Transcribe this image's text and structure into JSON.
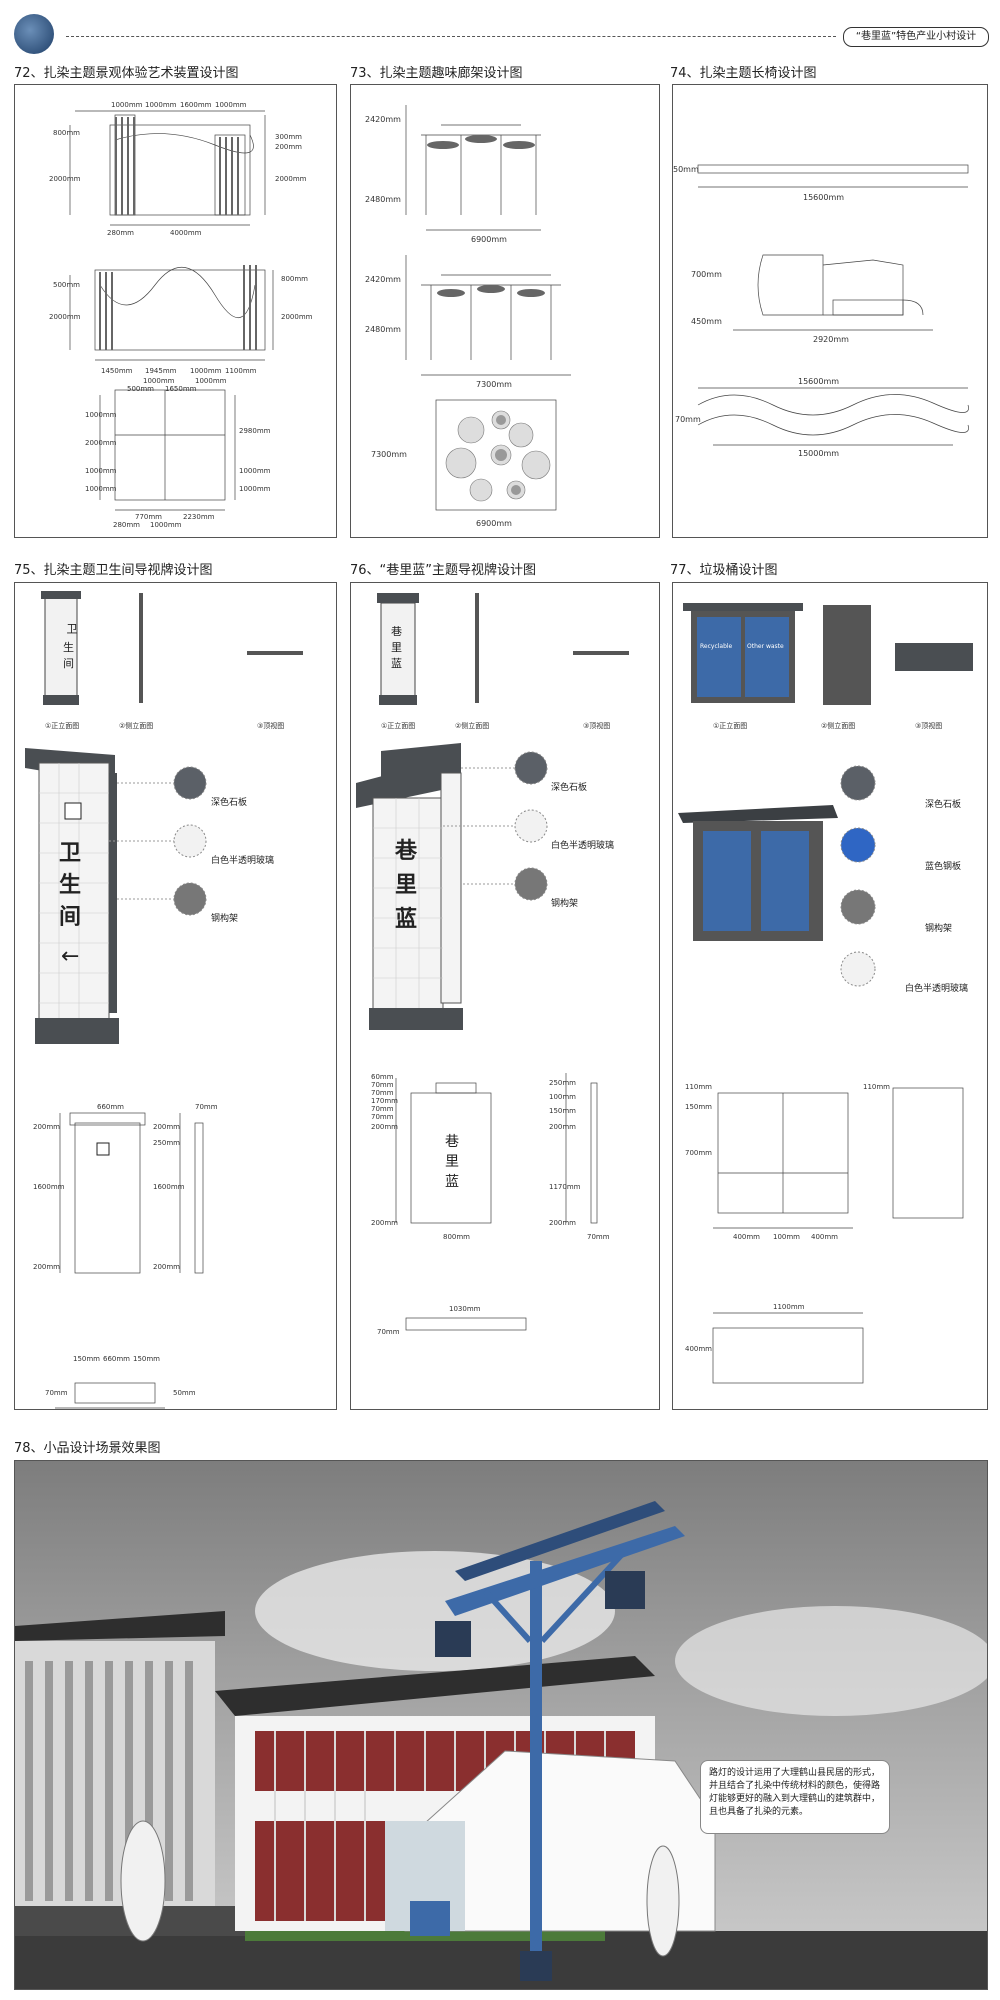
{
  "header": {
    "tag": "“巷里蓝”特色产业小村设计"
  },
  "sections": {
    "s72": "72、扎染主题景观体验艺术装置设计图",
    "s73": "73、扎染主题趣味廊架设计图",
    "s74": "74、扎染主题长椅设计图",
    "s75": "75、扎染主题卫生间导视牌设计图",
    "s76": "76、“巷里蓝”主题导视牌设计图",
    "s77": "77、垃圾桶设计图",
    "s78": "78、小品设计场景效果图"
  },
  "p72": {
    "top": [
      "1000mm",
      "1000mm",
      "1600mm",
      "1000mm"
    ],
    "left1": [
      "800mm",
      "2000mm"
    ],
    "right1": [
      "300mm",
      "200mm",
      "2000mm"
    ],
    "bot1": [
      "280mm",
      "4000mm"
    ],
    "left2": [
      "500mm",
      "2000mm"
    ],
    "right2": [
      "800mm",
      "2000mm"
    ],
    "bot2": [
      "1450mm",
      "1945mm",
      "1000mm",
      "1100mm"
    ],
    "bot2b": [
      "1000mm",
      "500mm",
      "1650mm",
      "1000mm"
    ],
    "left3": [
      "1000mm",
      "2000mm",
      "1000mm",
      "1000mm"
    ],
    "right3": [
      "2980mm",
      "1000mm",
      "1000mm"
    ],
    "bot3": [
      "770mm",
      "2230mm",
      "280mm",
      "1000mm"
    ]
  },
  "p73": {
    "d1": [
      "2420mm",
      "2480mm",
      "6900mm"
    ],
    "d2": [
      "2420mm",
      "2480mm",
      "7300mm"
    ],
    "d3": [
      "7300mm",
      "6900mm"
    ]
  },
  "p74": {
    "d1": [
      "50mm",
      "15600mm"
    ],
    "d2": [
      "700mm",
      "450mm",
      "2920mm"
    ],
    "d3": [
      "15600mm",
      "70mm",
      "15000mm"
    ]
  },
  "views": [
    "①正立面图",
    "②侧立面图",
    "③顶视图"
  ],
  "p75": {
    "sign_text": [
      "卫",
      "生",
      "间"
    ],
    "materials": [
      "深色石板",
      "白色半透明玻璃",
      "钢构架"
    ],
    "dims": [
      "660mm",
      "70mm",
      "200mm",
      "1600mm",
      "200mm",
      "200mm",
      "250mm",
      "1600mm",
      "200mm",
      "150mm",
      "660mm",
      "150mm",
      "70mm",
      "50mm"
    ]
  },
  "p76": {
    "sign_text": [
      "巷",
      "里",
      "蓝"
    ],
    "materials": [
      "深色石板",
      "白色半透明玻璃",
      "钢构架"
    ],
    "dims_left": [
      "60mm",
      "70mm",
      "70mm",
      "170mm",
      "70mm",
      "70mm",
      "200mm",
      "200mm"
    ],
    "dims_right": [
      "250mm",
      "100mm",
      "150mm",
      "200mm",
      "1170mm",
      "200mm"
    ],
    "dims_bottom": [
      "800mm",
      "70mm",
      "1030mm",
      "70mm"
    ]
  },
  "p77": {
    "bin_text": [
      "Recyclable",
      "Other waste"
    ],
    "materials": [
      "深色石板",
      "蓝色钢板",
      "钢构架",
      "白色半透明玻璃"
    ],
    "dims": [
      "110mm",
      "150mm",
      "700mm",
      "110mm",
      "400mm",
      "100mm",
      "400mm",
      "1100mm",
      "400mm"
    ]
  },
  "p78": {
    "note": "路灯的设计运用了大理鹤山县民居的形式，并且结合了扎染中传统材料的颜色，使得路灯能够更好的融入到大理鹤山的建筑群中，且也具备了扎染的元素。"
  },
  "colors": {
    "blue": "#3d6aa8",
    "dark": "#4a4e52",
    "frame": "#555555"
  }
}
